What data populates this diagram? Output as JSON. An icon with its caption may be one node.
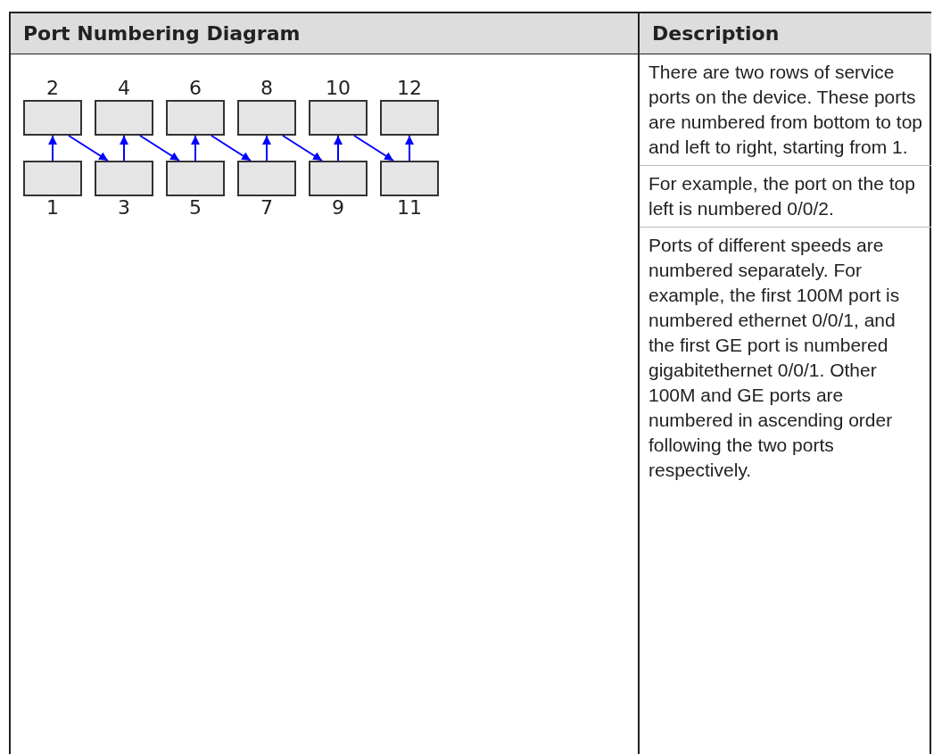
{
  "diagram": {
    "nodes": [
      {
        "text": [],
        "shape": "box",
        "beside": [
          "2"
        ]
      },
      {
        "text": [],
        "shape": "box",
        "beside": [
          "4"
        ]
      },
      {
        "text": [],
        "shape": "box",
        "beside": [
          "6"
        ]
      },
      {
        "text": [],
        "shape": "box",
        "beside": [
          "8"
        ]
      },
      {
        "text": [],
        "shape": "box",
        "beside": [
          "10"
        ]
      },
      {
        "text": [],
        "shape": "box",
        "beside": [
          "12"
        ]
      },
      {
        "text": [],
        "shape": "box",
        "beside": [
          "1"
        ]
      },
      {
        "text": [],
        "shape": "box",
        "beside": [
          "3"
        ]
      },
      {
        "text": [],
        "shape": "box",
        "beside": [
          "5"
        ]
      },
      {
        "text": [],
        "shape": "box",
        "beside": [
          "7"
        ]
      },
      {
        "text": [],
        "shape": "box",
        "beside": [
          "9"
        ]
      },
      {
        "text": [],
        "shape": "box",
        "beside": [
          "11"
        ]
      }
    ],
    "edges": [
      {
        "from": 6,
        "to": 0,
        "arrow": "to",
        "color": "#0000ff"
      },
      {
        "from": 0,
        "to": 7,
        "arrow": "to",
        "color": "#0000ff"
      },
      {
        "from": 7,
        "to": 1,
        "arrow": "to",
        "color": "#0000ff"
      },
      {
        "from": 1,
        "to": 8,
        "arrow": "to",
        "color": "#0000ff"
      },
      {
        "from": 8,
        "to": 2,
        "arrow": "to",
        "color": "#0000ff"
      },
      {
        "from": 2,
        "to": 9,
        "arrow": "to",
        "color": "#0000ff"
      },
      {
        "from": 9,
        "to": 3,
        "arrow": "to",
        "color": "#0000ff"
      },
      {
        "from": 3,
        "to": 10,
        "arrow": "to",
        "color": "#0000ff"
      },
      {
        "from": 10,
        "to": 4,
        "arrow": "to",
        "color": "#0000ff"
      },
      {
        "from": 4,
        "to": 11,
        "arrow": "to",
        "color": "#0000ff"
      },
      {
        "from": 11,
        "to": 5,
        "arrow": "to",
        "color": "#0000ff"
      }
    ],
    "labels": [
      "Port Numbering Diagram",
      "Description",
      "There are two rows of service ports on the device. These ports are numbered from bottom to top and left to right, starting from 1.",
      "For example, the port on the top left is numbered 0/0/2.",
      "Ports of different speeds are numbered separately. For example, the first 100M port is numbered ethernet 0/0/1, and the first GE port is numbered gigabitethernet 0/0/1. Other 100M and GE ports are numbered in ascending order following the two ports respectively."
    ]
  }
}
